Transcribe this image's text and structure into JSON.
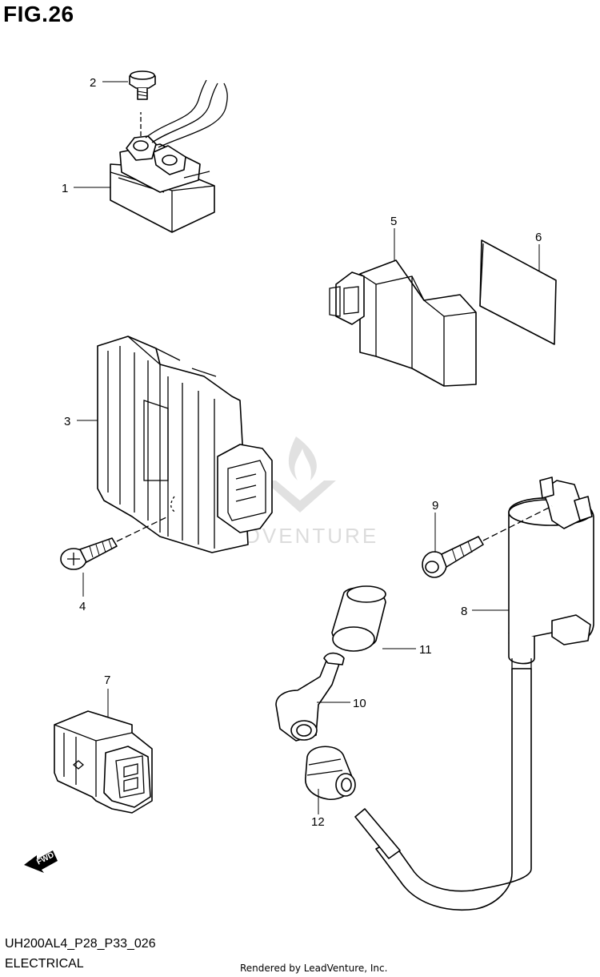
{
  "header": {
    "figure_title": "FIG.26"
  },
  "footer": {
    "model_code": "UH200AL4_P28_P33_026",
    "section_title": "ELECTRICAL",
    "credit": "Rendered by LeadVenture, Inc."
  },
  "watermark": {
    "text": "LEADVENTURE"
  },
  "fwd_arrow": {
    "label": "FWD"
  },
  "callouts": {
    "c1": "1",
    "c2": "2",
    "c3": "3",
    "c4": "4",
    "c5": "5",
    "c6": "6",
    "c7": "7",
    "c8": "8",
    "c9": "9",
    "c10": "10",
    "c11": "11",
    "c12": "12"
  }
}
